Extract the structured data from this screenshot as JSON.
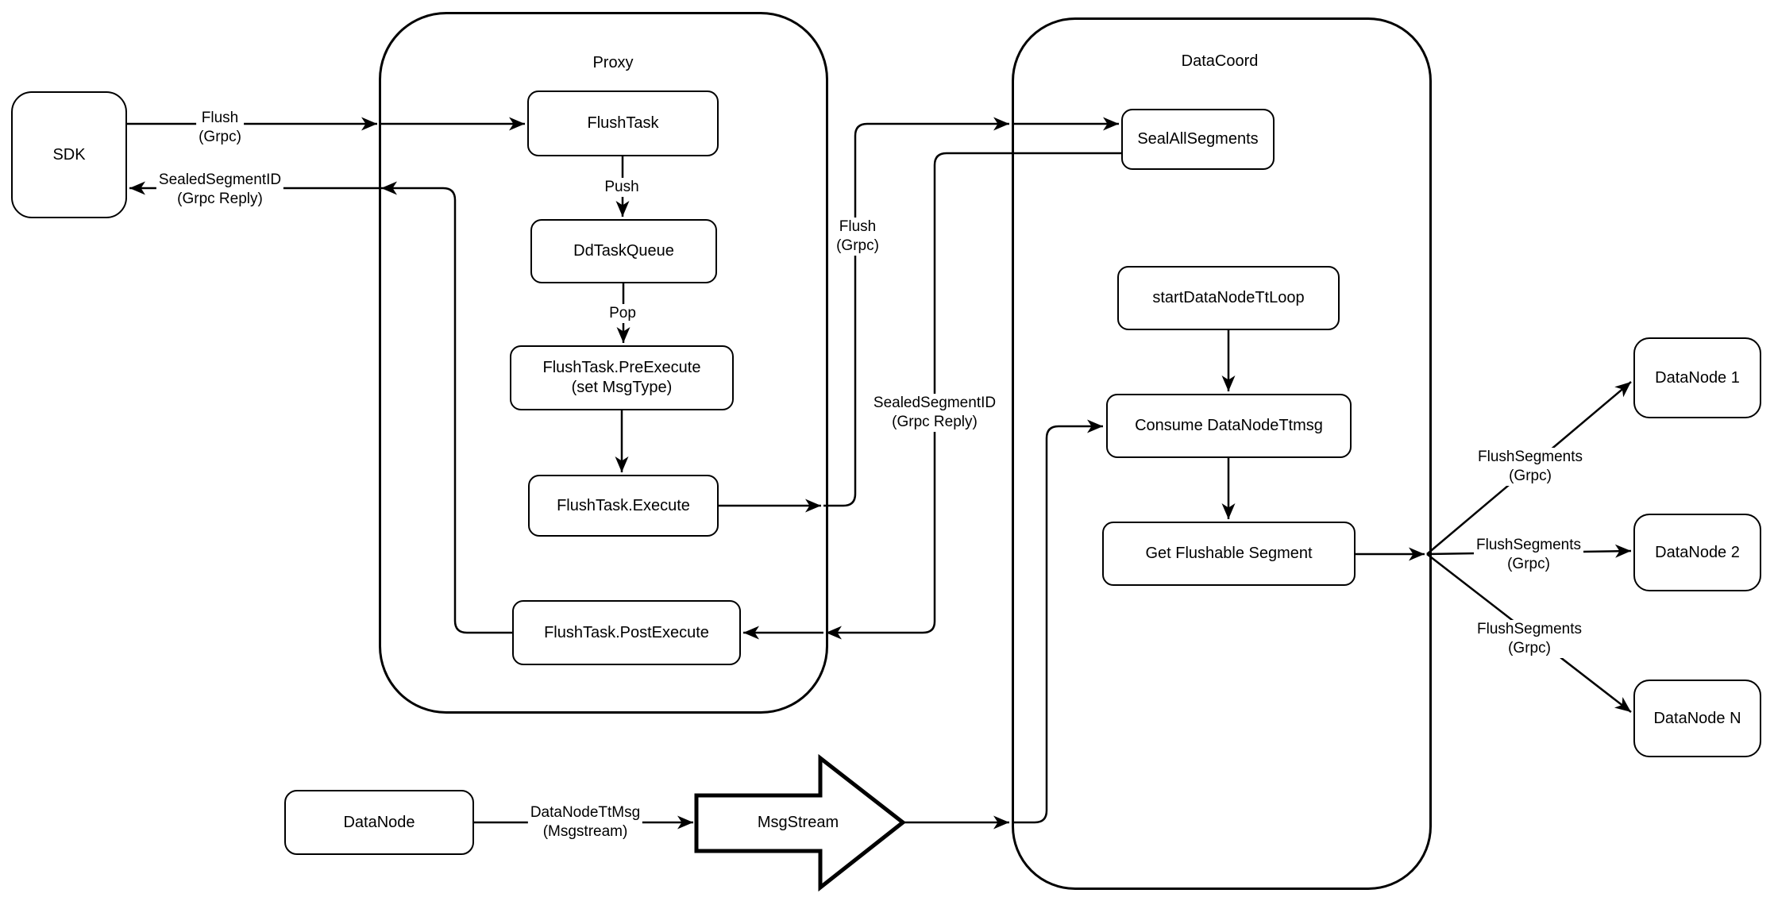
{
  "containers": {
    "proxy": {
      "title": "Proxy"
    },
    "datacoord": {
      "title": "DataCoord"
    }
  },
  "nodes": {
    "sdk": {
      "label": "SDK"
    },
    "flush_task": {
      "label": "FlushTask"
    },
    "dd_task_queue": {
      "label": "DdTaskQueue"
    },
    "pre_execute": {
      "line1": "FlushTask.PreExecute",
      "line2": "(set MsgType)"
    },
    "execute": {
      "label": "FlushTask.Execute"
    },
    "post_execute": {
      "label": "FlushTask.PostExecute"
    },
    "seal_all_segments": {
      "label": "SealAllSegments"
    },
    "start_datanode_tt_loop": {
      "label": "startDataNodeTtLoop"
    },
    "consume_datanode_ttmsg": {
      "label": "Consume DataNodeTtmsg"
    },
    "get_flushable_segment": {
      "label": "Get Flushable Segment"
    },
    "datanode_1": {
      "label": "DataNode 1"
    },
    "datanode_2": {
      "label": "DataNode 2"
    },
    "datanode_n": {
      "label": "DataNode N"
    },
    "datanode_bottom": {
      "label": "DataNode"
    },
    "msgstream": {
      "label": "MsgStream"
    }
  },
  "edge_labels": {
    "flush_sdk_to_proxy": {
      "line1": "Flush",
      "line2": "(Grpc)"
    },
    "sealed_proxy_to_sdk": {
      "line1": "SealedSegmentID",
      "line2": "(Grpc Reply)"
    },
    "push": {
      "line1": "Push"
    },
    "pop": {
      "line1": "Pop"
    },
    "flush_proxy_to_datacoord": {
      "line1": "Flush",
      "line2": "(Grpc)"
    },
    "sealed_datacoord_to_proxy": {
      "line1": "SealedSegmentID",
      "line2": "(Grpc Reply)"
    },
    "flush_segments_1": {
      "line1": "FlushSegments",
      "line2": "(Grpc)"
    },
    "flush_segments_2": {
      "line1": "FlushSegments",
      "line2": "(Grpc)"
    },
    "flush_segments_3": {
      "line1": "FlushSegments",
      "line2": "(Grpc)"
    },
    "datanode_tt_msg": {
      "line1": "DataNodeTtMsg",
      "line2": "(Msgstream)"
    }
  },
  "colors": {
    "stroke": "#000000",
    "node_fill": "#ffffff",
    "background": "#ffffff"
  }
}
